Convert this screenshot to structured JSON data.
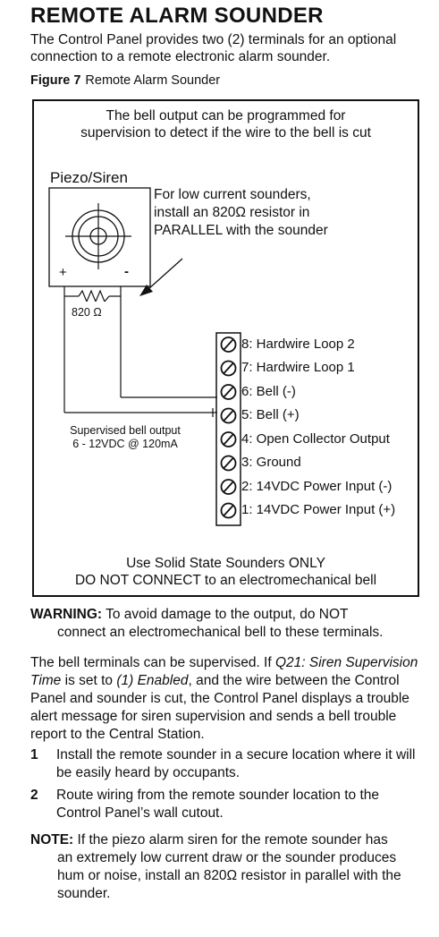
{
  "heading": "REMOTE ALARM SOUNDER",
  "intro": "The Control Panel provides two (2) terminals for an optional connection to a remote electronic alarm sounder.",
  "figure": {
    "label": "Figure 7",
    "caption": "Remote Alarm Sounder"
  },
  "diagram": {
    "top_note_line1": "The bell output can be programmed for",
    "top_note_line2": "supervision to detect if the wire to the bell is cut",
    "device_label": "Piezo/Siren",
    "sounder_note_line1": "For low current sounders,",
    "sounder_note_line2": "install an 820Ω resistor in",
    "sounder_note_line3": "PARALLEL with the sounder",
    "plus": "+",
    "minus": "-",
    "resistor_label": "820 Ω",
    "supervised_line1": "Supervised bell output",
    "supervised_line2": "6 - 12VDC @ 120mA",
    "terminals": [
      "8: Hardwire Loop 2",
      "7: Hardwire Loop 1",
      "6: Bell (-)",
      "5: Bell (+)",
      "4: Open Collector Output",
      "3: Ground",
      "2: 14VDC Power Input (-)",
      "1: 14VDC Power Input (+)"
    ],
    "bottom_note_line1": "Use Solid State Sounders ONLY",
    "bottom_note_line2": "DO NOT CONNECT to an electromechanical bell"
  },
  "warning": {
    "label": "WARNING:",
    "text1": "To avoid damage to the output, do NOT",
    "text2": "connect an electromechanical bell to these terminals."
  },
  "supervision": {
    "p1": "The bell terminals can be supervised. If ",
    "em1": "Q21: Siren Supervision Time",
    "p2": " is set to ",
    "em2": "(1) Enabled",
    "p3": ", and the wire between the Control Panel and sounder is cut, the Control Panel displays a trouble alert message for siren supervision and sends a bell trouble report to the Central Station."
  },
  "steps": [
    {
      "num": "1",
      "text": "Install the remote sounder in a secure location where it will be easily heard by occupants."
    },
    {
      "num": "2",
      "text": "Route wiring from the remote sounder location to the Control Panel’s wall cutout."
    }
  ],
  "note": {
    "label": "NOTE:",
    "text1": "If the piezo alarm siren for the remote sounder has",
    "text2": "an extremely low current draw or the sounder produces hum or noise, install an 820Ω resistor in parallel with the sounder."
  }
}
